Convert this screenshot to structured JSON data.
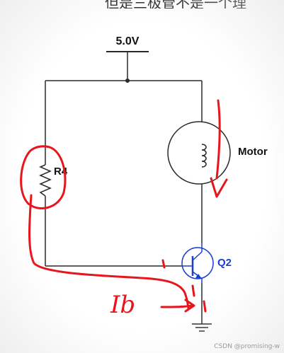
{
  "header": {
    "cut_text": "但是三极管不是一个理"
  },
  "circuit": {
    "supply_label": "5.0V",
    "resistor_label": "R4",
    "motor_label": "Motor",
    "transistor_label": "Q2"
  },
  "annotations": {
    "ib_label": "Ib"
  },
  "watermark": "CSDN @promising-w",
  "colors": {
    "wire": "#2a2a2a",
    "transistor": "#1a3fcf",
    "annotation": "#e8151d",
    "label": "#111111",
    "transistor_label": "#1a3fcf"
  }
}
